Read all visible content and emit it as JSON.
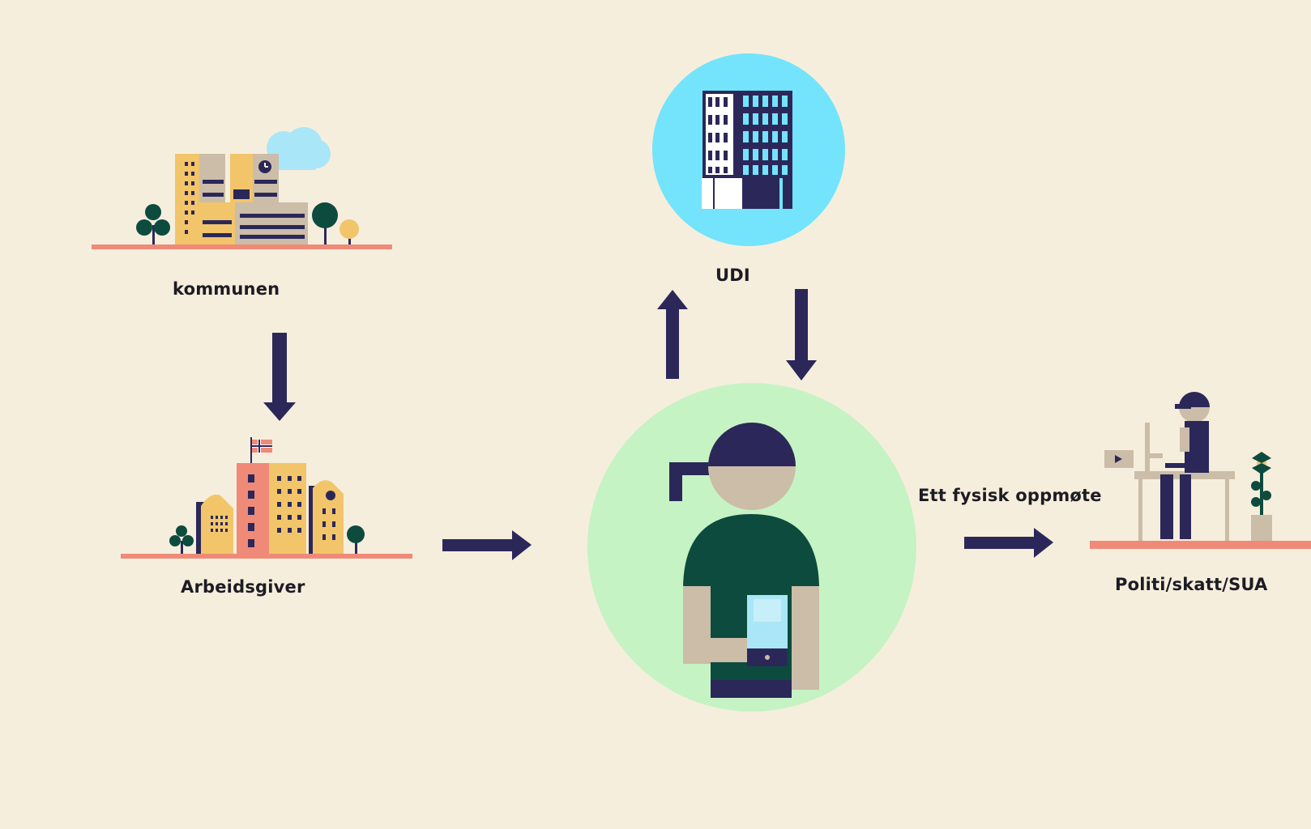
{
  "nodes": {
    "kommunen": {
      "label": "kommunen"
    },
    "arbeidsgiver": {
      "label": "Arbeidsgiver"
    },
    "udi": {
      "label": "UDI"
    },
    "person": {
      "label": ""
    },
    "politi": {
      "label": "Politi/skatt/SUA"
    }
  },
  "edges": {
    "kommunen_to_arbeidsgiver": {
      "label": ""
    },
    "arbeidsgiver_to_person": {
      "label": ""
    },
    "person_to_udi": {
      "label": ""
    },
    "udi_to_person": {
      "label": ""
    },
    "person_to_politi": {
      "label": "Ett fysisk oppmøte"
    }
  },
  "colors": {
    "background": "#f6eedc",
    "arrow": "#2b2859",
    "navy": "#2b2859",
    "ground": "#f08a78",
    "udi_circle": "#73e4fb",
    "person_circle": "#c6f3c4",
    "shirt": "#0d4b3f",
    "skin": "#cbbda7",
    "yellow": "#f2c56a",
    "pink": "#f08a78",
    "tree_green": "#0d4b3f",
    "cloud": "#a9e6f7"
  }
}
